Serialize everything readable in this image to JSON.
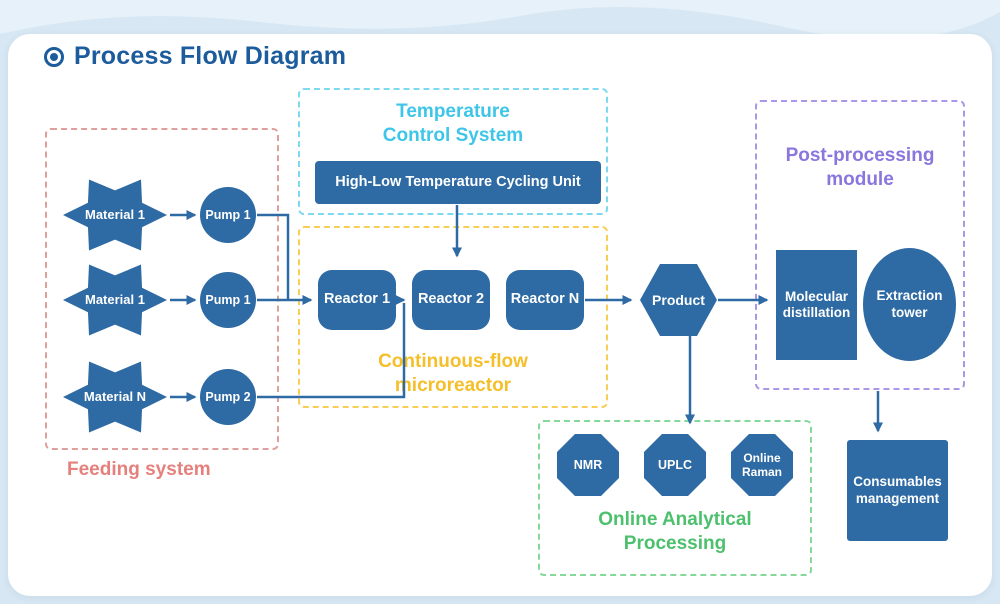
{
  "header": {
    "title": "Process Flow Diagram"
  },
  "feeding": {
    "label": "Feeding system",
    "materials": [
      "Material 1",
      "Material 1",
      "Material N"
    ],
    "pumps": [
      "Pump 1",
      "Pump 1",
      "Pump 2"
    ]
  },
  "temperature_control": {
    "title": "Temperature Control System",
    "unit_label": "High-Low Temperature Cycling Unit"
  },
  "microreactor": {
    "label": "Continuous-flow microreactor",
    "reactors": [
      "Reactor 1",
      "Reactor 2",
      "Reactor N"
    ]
  },
  "product": {
    "label": "Product"
  },
  "post_processing": {
    "title": "Post-processing module",
    "molecular_distillation": "Molecular distillation",
    "extraction_tower": "Extraction tower"
  },
  "analytical": {
    "label": "Online Analytical Processing",
    "instruments": [
      "NMR",
      "UPLC",
      "Online Raman"
    ]
  },
  "consumables": {
    "label": "Consumables management"
  },
  "colors": {
    "node_blue": "#2e6aa3",
    "title_blue": "#1c5c9c",
    "cyan": "#3ec6e8",
    "yellow": "#f5bf2a",
    "pink": "#e5807c",
    "purple": "#8a76dc",
    "green": "#4dc06e",
    "background": "#d7e7f3"
  }
}
